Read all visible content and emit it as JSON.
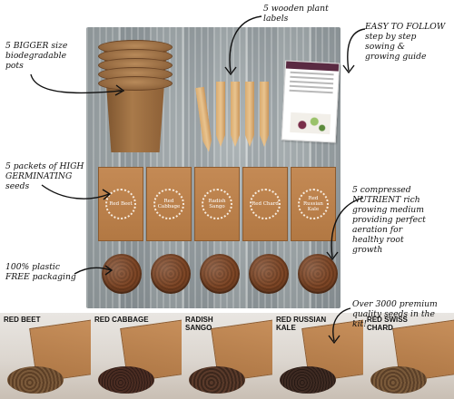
{
  "callouts": {
    "pots": [
      "5 BIGGER size",
      "biodegradable",
      "pots"
    ],
    "labels": [
      "5 wooden plant",
      "labels"
    ],
    "guide": [
      "EASY TO FOLLOW",
      "step by step",
      "sowing &",
      "growing guide"
    ],
    "seeds": [
      "5 packets of HIGH",
      "GERMINATING",
      "seeds"
    ],
    "nutrient": [
      "5 compressed",
      "NUTRIENT rich",
      "growing medium",
      "providing perfect",
      "aeration for",
      "healthy root",
      "growth"
    ],
    "packaging": [
      "100% plastic",
      "FREE packaging"
    ],
    "premium": [
      "Over 3000 premium",
      "quality seeds in the",
      "kit!"
    ]
  },
  "packets": [
    "Red Beet",
    "Red Cabbage",
    "Radish Sango",
    "Red Chard",
    "Red Russian Kale"
  ],
  "tiles": [
    {
      "label": [
        "RED BEET"
      ],
      "pile": "#7b5a3a"
    },
    {
      "label": [
        "RED CABBAGE"
      ],
      "pile": "#4a2c22"
    },
    {
      "label": [
        "RADISH",
        "SANGO"
      ],
      "pile": "#5a3a2a"
    },
    {
      "label": [
        "RED RUSSIAN",
        "KALE"
      ],
      "pile": "#3e2a22"
    },
    {
      "label": [
        "RED SWISS",
        "CHARD"
      ],
      "pile": "#7a5a3a"
    }
  ],
  "colors": {
    "packet": "#b27843",
    "soil": "#6a3a1e",
    "guide_band": "#5a2a42"
  }
}
